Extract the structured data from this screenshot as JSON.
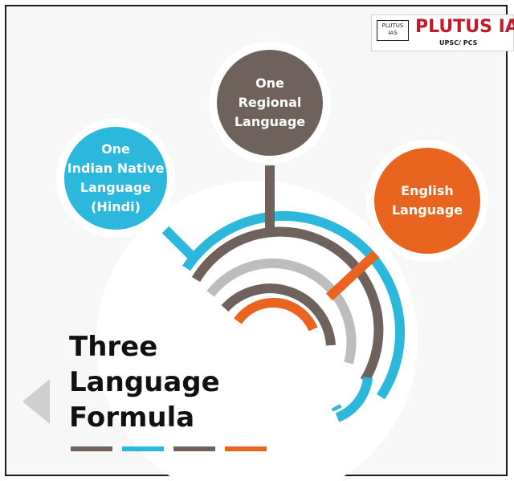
{
  "logo": {
    "box_line1": "PLUTUS",
    "box_line2": "IAS",
    "title": "PLUTUS IAS",
    "subtitle": "UPSC/ PCS"
  },
  "nodes": {
    "hindi": {
      "label": "One\nIndian Native\nLanguage\n(Hindi)",
      "color": "#2bb8dc"
    },
    "regional": {
      "label": "One\nRegional\nLanguage",
      "color": "#6f615c"
    },
    "english": {
      "label": "English\nLanguage",
      "color": "#e9641f"
    }
  },
  "title": "Three\nLanguage\nFormula",
  "colors": {
    "cyan": "#2bb8dc",
    "brown": "#6f615c",
    "orange": "#e9641f",
    "grey": "#bdbdbd"
  },
  "icons": {
    "back_arrow": "left-triangle-icon"
  }
}
